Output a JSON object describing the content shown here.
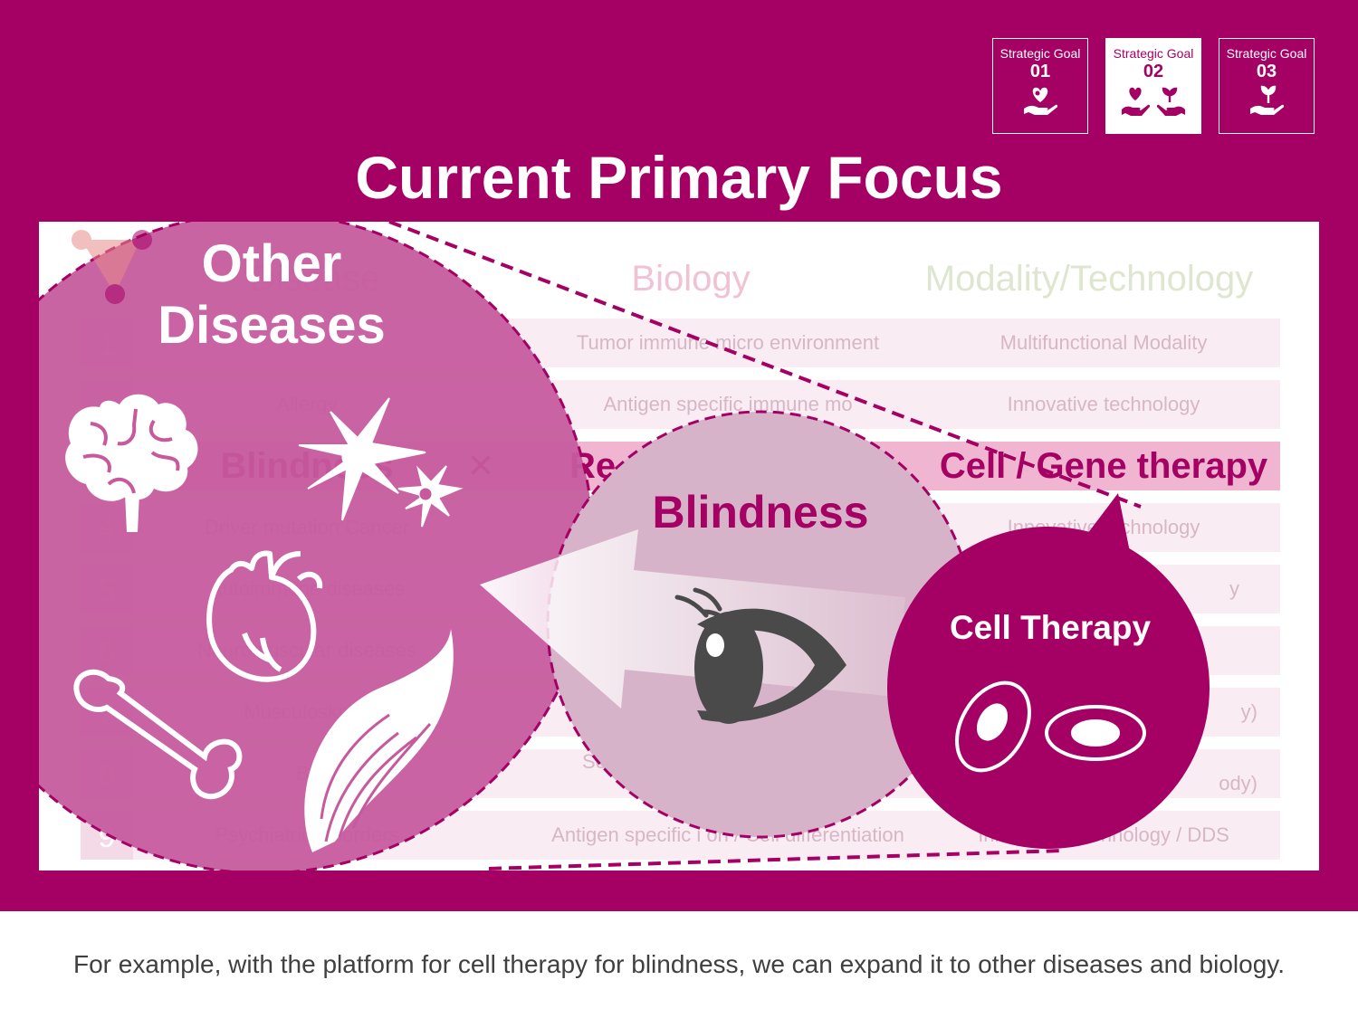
{
  "strategic_goals": [
    {
      "label": "Strategic Goal",
      "number": "01",
      "icon": "heart-in-hand-icon",
      "active": false
    },
    {
      "label": "Strategic Goal",
      "number": "02",
      "icon": "heart-and-sprout-hands-icon",
      "active": true
    },
    {
      "label": "Strategic Goal",
      "number": "03",
      "icon": "sprout-in-hand-icon",
      "active": false
    }
  ],
  "title": "Current Primary Focus",
  "table": {
    "headers": [
      "Disease",
      "Biology",
      "Modality/Technology"
    ],
    "rows": [
      {
        "num": "1",
        "disease": "",
        "biology": "Tumor immune micro environment",
        "modality": "Multifunctional Modality"
      },
      {
        "num": "",
        "disease": "Allergy",
        "biology": "Antigen specific immune mo",
        "modality": "Innovative technology"
      },
      {
        "num": "",
        "disease": "Blindness",
        "biology": "Re",
        "modality": "Cell / Gene therapy",
        "highlight": true,
        "mark": "×"
      },
      {
        "num": "4",
        "disease": "Driver mutation Cancer",
        "biology": "",
        "modality": "Innovative technology"
      },
      {
        "num": "5",
        "disease": "Autoimmune diseases",
        "biology": "",
        "modality": "y"
      },
      {
        "num": "6",
        "disease": "Neuromuscular diseases",
        "biology": "",
        "modality": ""
      },
      {
        "num": "7",
        "disease": "Musculoskelet",
        "biology": "",
        "modality": "y)"
      },
      {
        "num": "8",
        "disease": "Bli",
        "biology": "Sene",
        "modality": "ody)"
      },
      {
        "num": "9",
        "disease": "Psychiatric disorders",
        "biology": "Antigen specific i on / Cell differentiation",
        "modality": "Innovative technology / DDS"
      }
    ]
  },
  "bubbles": {
    "other": "Other Diseases",
    "blindness": "Blindness",
    "cell_therapy": "Cell Therapy"
  },
  "icons": [
    "brain-icon",
    "neuron-icon",
    "heart-icon",
    "bone-icon",
    "muscle-icon",
    "eye-icon",
    "cells-icon"
  ],
  "caption": "For example, with the platform for cell therapy for blindness, we can expand it to other diseases and biology.",
  "colors": {
    "brand": "#a50064",
    "pink_bubble": "#c65a9d",
    "light_bubble": "#d6b3c8",
    "eye": "#4a4a4a"
  }
}
